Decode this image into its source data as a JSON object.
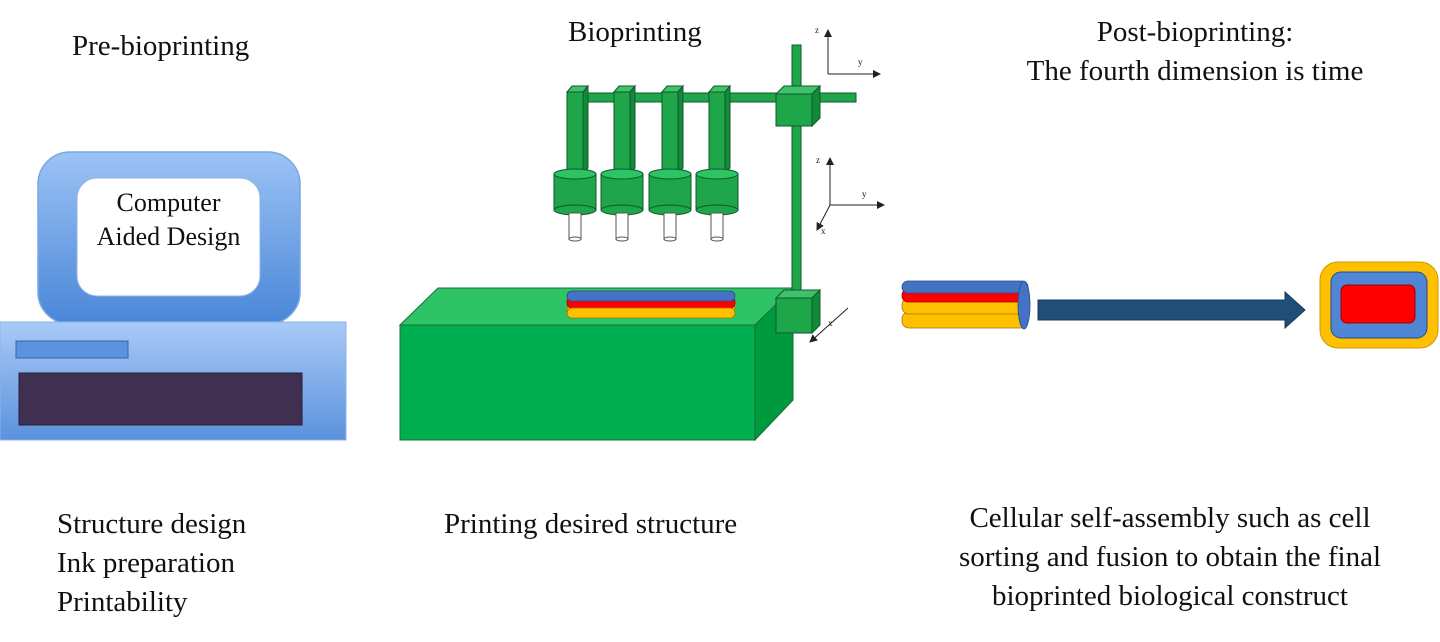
{
  "sections": {
    "pre": {
      "title": "Pre-bioprinting",
      "screen_text": [
        "Computer",
        "Aided Design"
      ],
      "steps": [
        "Structure design",
        "Ink preparation",
        "Printability"
      ]
    },
    "printing": {
      "title": "Bioprinting",
      "caption": "Printing desired structure",
      "axes_top": {
        "z": "z",
        "y": "y"
      },
      "axes_mid": {
        "z": "z",
        "y": "y",
        "x": "x"
      },
      "axis_base_x": "x"
    },
    "post": {
      "title_line1": "Post-bioprinting:",
      "title_line2": "The fourth dimension is time",
      "caption_lines": [
        "Cellular self-assembly such as cell",
        "sorting and fusion to obtain the final",
        "bioprinted biological construct"
      ]
    }
  },
  "colors": {
    "monitor_blue": "#7fb0ef",
    "screen_dark": "#3f2f50",
    "printer_green": "#00b050",
    "arm_green": "#1fa64a",
    "strand_blue": "#4472c4",
    "strand_red": "#ff0000",
    "strand_yellow": "#ffc000",
    "arrow_navy": "#1f4e79"
  }
}
